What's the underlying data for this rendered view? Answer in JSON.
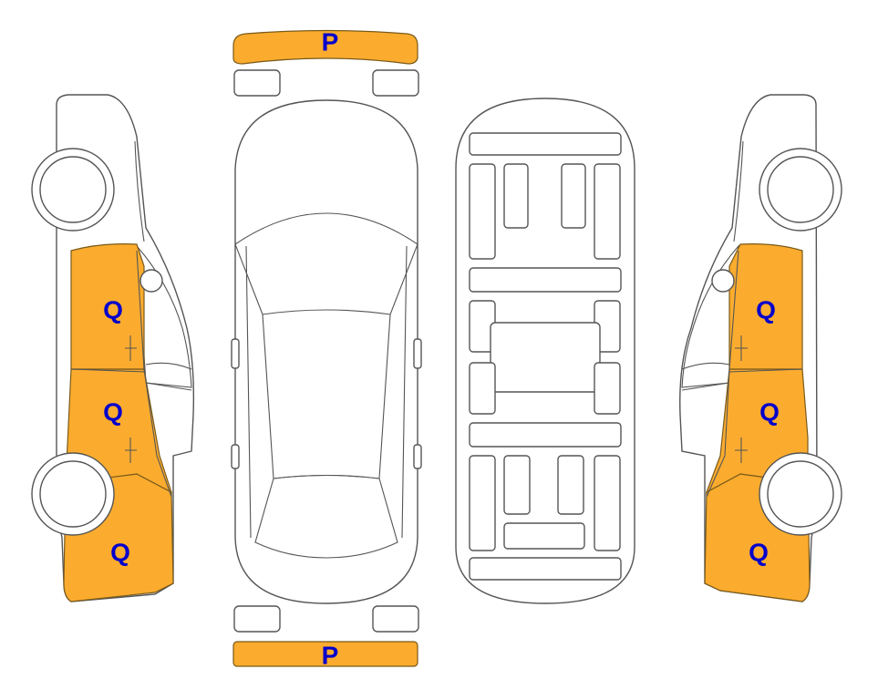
{
  "colors": {
    "damage_fill": "#FBAC2E",
    "code_text": "#0000CC",
    "outline": "#555555",
    "background": "#FFFFFF"
  },
  "labels": {
    "front_bumper": "P",
    "rear_bumper": "P",
    "left_front_door": "Q",
    "left_rear_door": "Q",
    "left_rear_quarter": "Q",
    "right_front_door": "Q",
    "right_rear_door": "Q",
    "right_rear_quarter": "Q"
  }
}
